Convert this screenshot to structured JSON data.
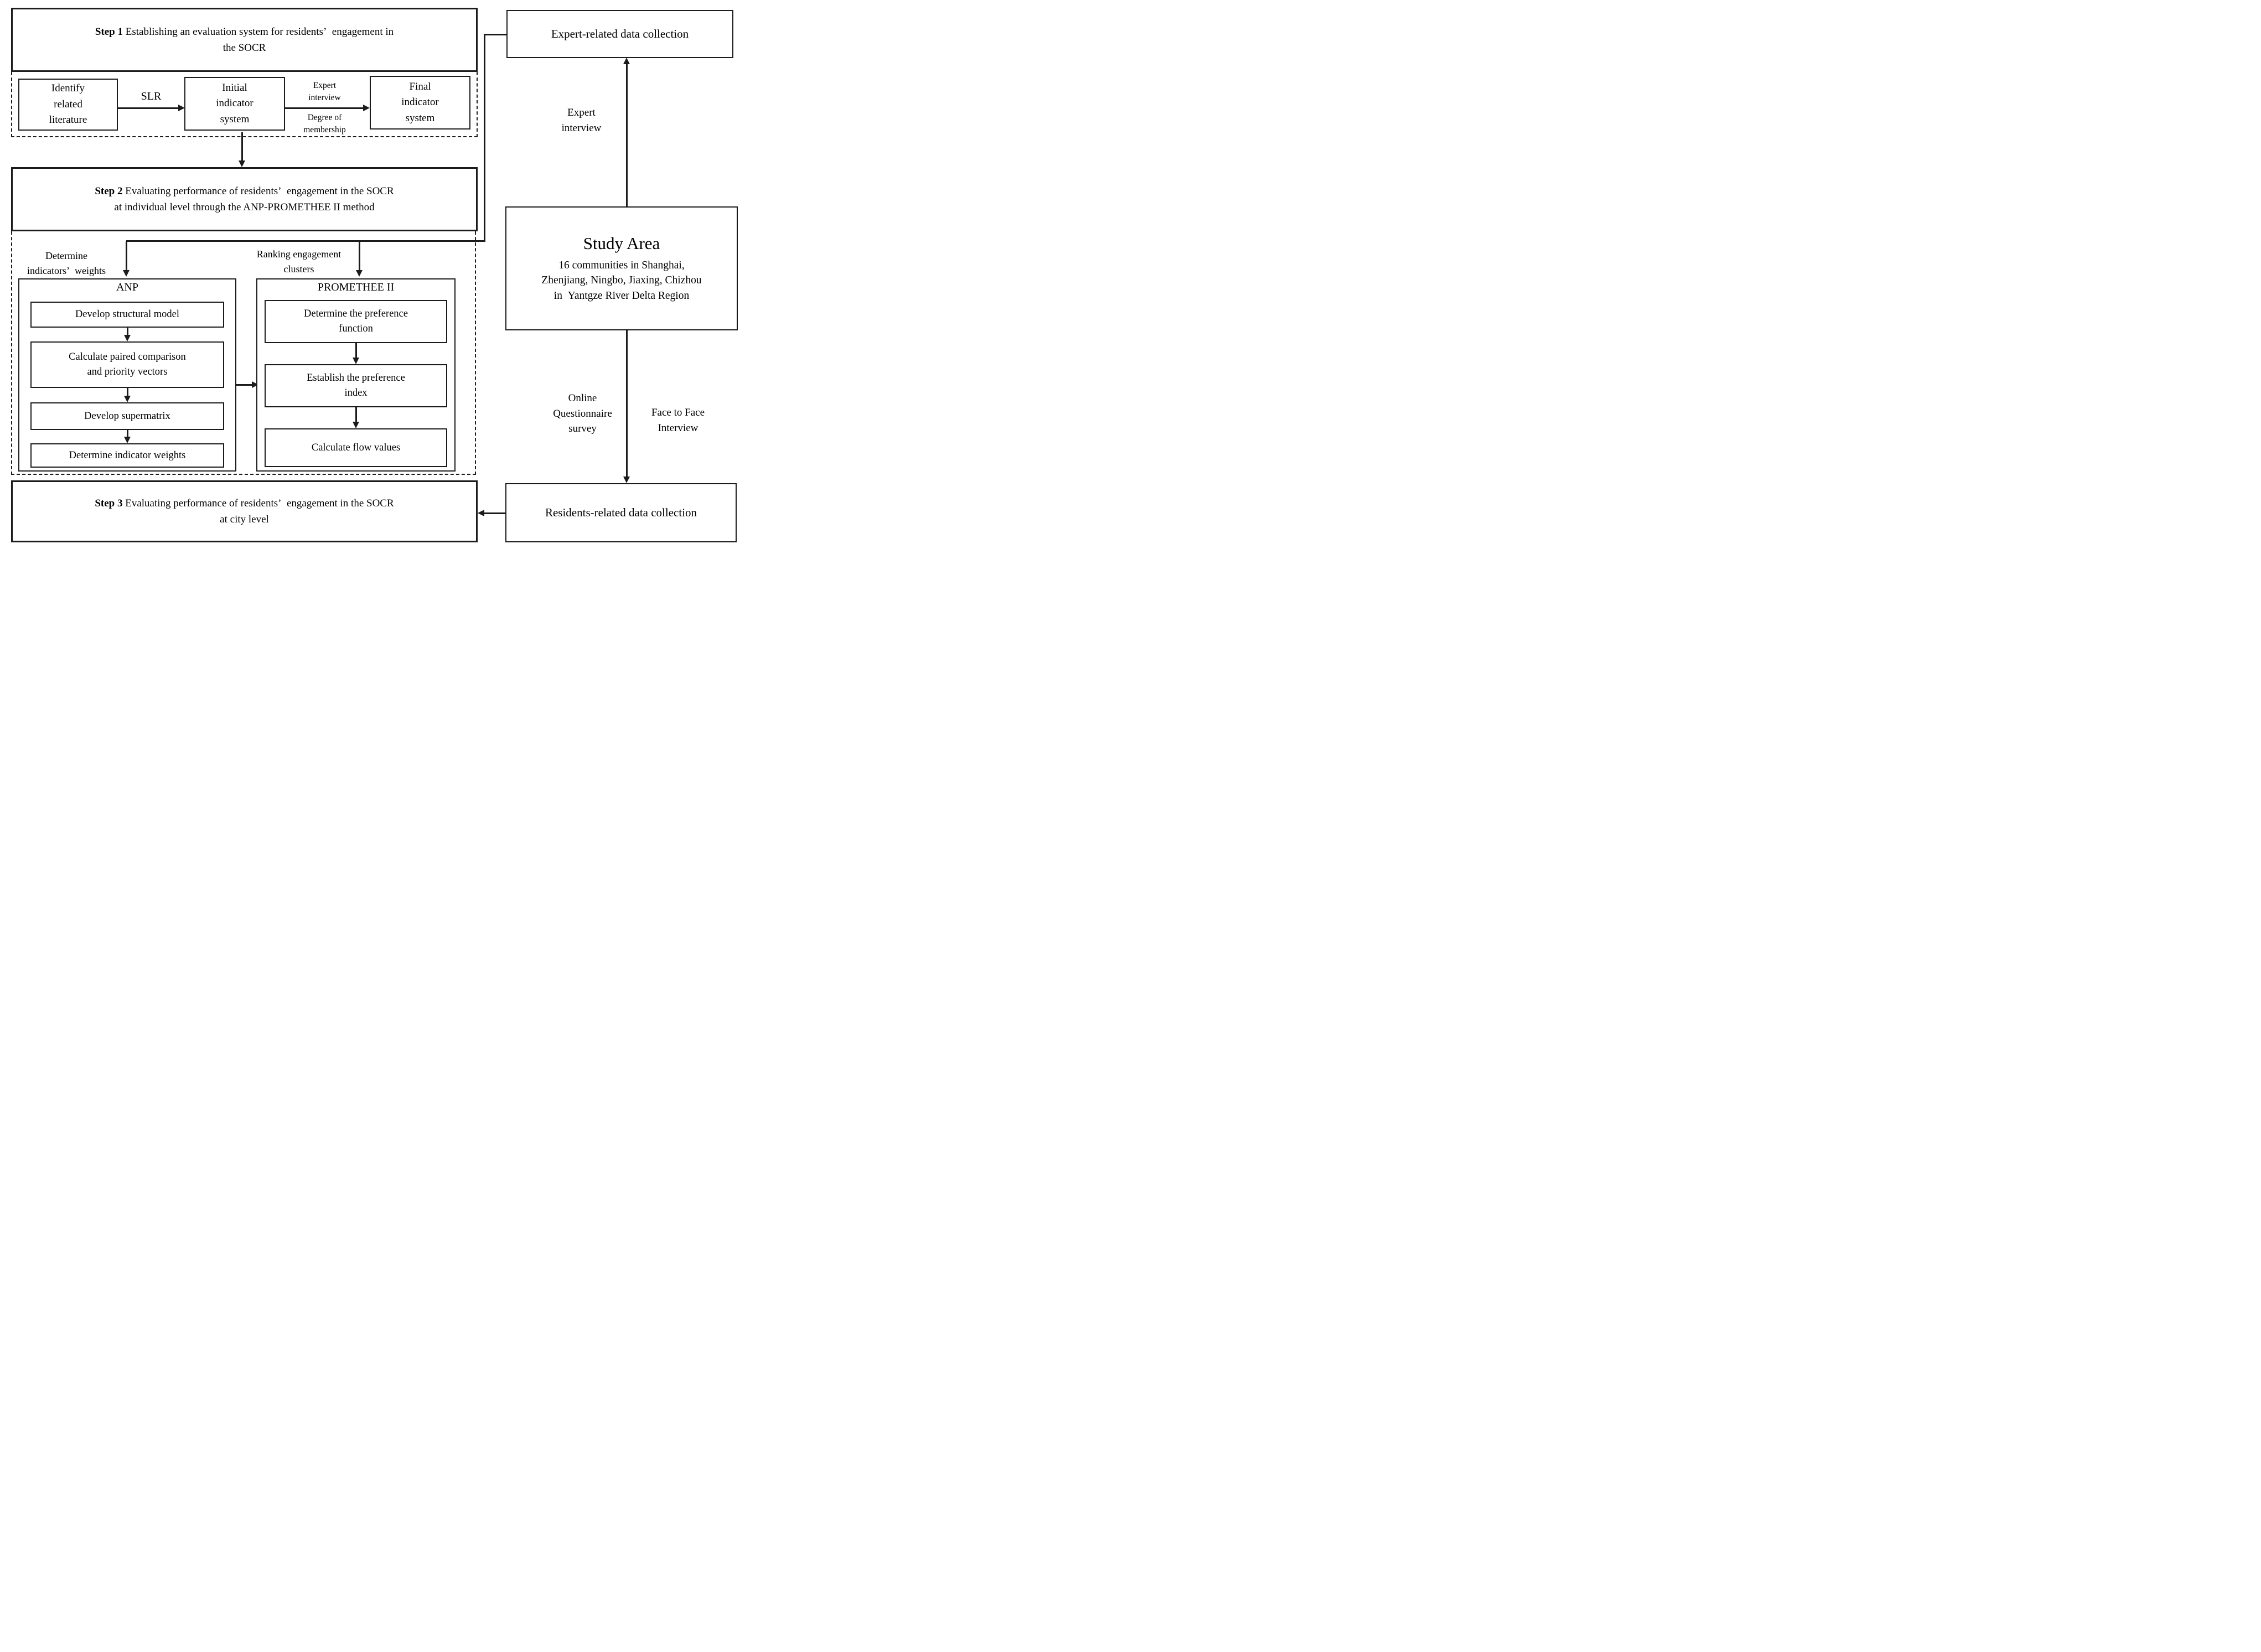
{
  "diagram": {
    "step1": {
      "step_label": "Step 1",
      "title": " Establishing an evaluation system for residents’ engagement in\nthe SOCR",
      "boxes": {
        "identify": "Identify\nrelated\nliterature",
        "initial": "Initial\nindicator\nsystem",
        "final": "Final\nindicator\nsystem"
      },
      "slr_label": "SLR",
      "expert_arrow_label_top": "Expert\ninterview",
      "expert_arrow_label_bottom": "Degree of\nmembership"
    },
    "step2": {
      "step_label": "Step 2",
      "title": " Evaluating performance of residents’ engagement in the SOCR\nat individual level through the ANP-PROMETHEE II method",
      "left_branch_label": "Determine\nindicators’ weights",
      "right_branch_label": "Ranking engagement\nclusters",
      "anp": {
        "title": "ANP",
        "steps": [
          "Develop structural model",
          "Calculate paired comparison\nand priority vectors",
          "Develop supermatrix",
          "Determine indicator weights"
        ]
      },
      "promethee": {
        "title": "PROMETHEE II",
        "steps": [
          "Determine the preference\nfunction",
          "Establish the preference\nindex",
          "Calculate flow values"
        ]
      }
    },
    "step3": {
      "step_label": "Step 3",
      "title": " Evaluating performance of residents’ engagement in the SOCR\nat city level"
    },
    "right_column": {
      "expert_collection": "Expert-related data collection",
      "expert_interview_label": "Expert\ninterview",
      "study_area": {
        "title": "Study Area",
        "description": "16 communities in Shanghai,\nZhenjiang, Ningbo, Jiaxing, Chizhou\nin Yantgze River Delta Region"
      },
      "online_label": "Online\nQuestionnaire\nsurvey",
      "face_label": "Face to Face\nInterview",
      "residents_collection": "Residents-related data collection"
    },
    "colors": {
      "line": "#1b1b1b",
      "background": "#ffffff",
      "text": "#000000"
    }
  }
}
